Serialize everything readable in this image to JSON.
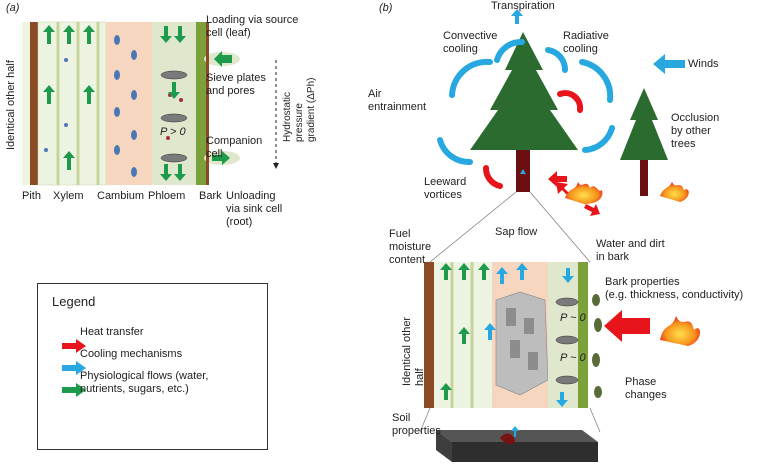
{
  "panel_a": {
    "tag": "(a)",
    "identical_half": "Identical other half",
    "layer_labels": [
      "Pith",
      "Xylem",
      "Cambium",
      "Phloem",
      "Bark"
    ],
    "loading": "Loading via source\ncell (leaf)",
    "sieve": "Sieve plates\nand pores",
    "pressure": "P > 0",
    "companion": "Companion\ncell",
    "gradient": "Hydrostatic\npressure\ngradient (ΔPh)",
    "unloading": "Unloading\nvia sink cell\n(root)"
  },
  "panel_b": {
    "tag": "(b)",
    "transpiration": "Transpiration",
    "convective": "Convective\ncooling",
    "radiative": "Radiative\ncooling",
    "winds": "Winds",
    "air_entrainment": "Air\nentrainment",
    "occlusion": "Occlusion\nby other\ntrees",
    "leeward": "Leeward\nvortices",
    "fuel_moisture": "Fuel\nmoisture\ncontent",
    "sap_flow": "Sap flow",
    "water_dirt": "Water and dirt\nin bark",
    "bark_props": "Bark properties\n(e.g. thickness, conductivity)",
    "identical_half": "Identical other\nhalf",
    "p_upper": "P ~ 0",
    "p_lower": "P ~ 0",
    "phase": "Phase\nchanges",
    "soil": "Soil\nproperties"
  },
  "legend": {
    "title": "Legend",
    "items": [
      {
        "label": "Heat transfer",
        "color": "#e8141b"
      },
      {
        "label": "Cooling mechanisms",
        "color": "#27a8e0"
      },
      {
        "label": "Physiological flows (water,\nnutrients, sugars, etc.)",
        "color": "#1d9a4c"
      }
    ]
  },
  "colors": {
    "tree": "#2b6b2f",
    "trunk": "#6b1010",
    "xylem": "#e7f0d6",
    "cambium": "#f6d6bf",
    "phloem": "#dfe8cc",
    "bark": "#8b4a26",
    "fire": "#f5a623"
  }
}
